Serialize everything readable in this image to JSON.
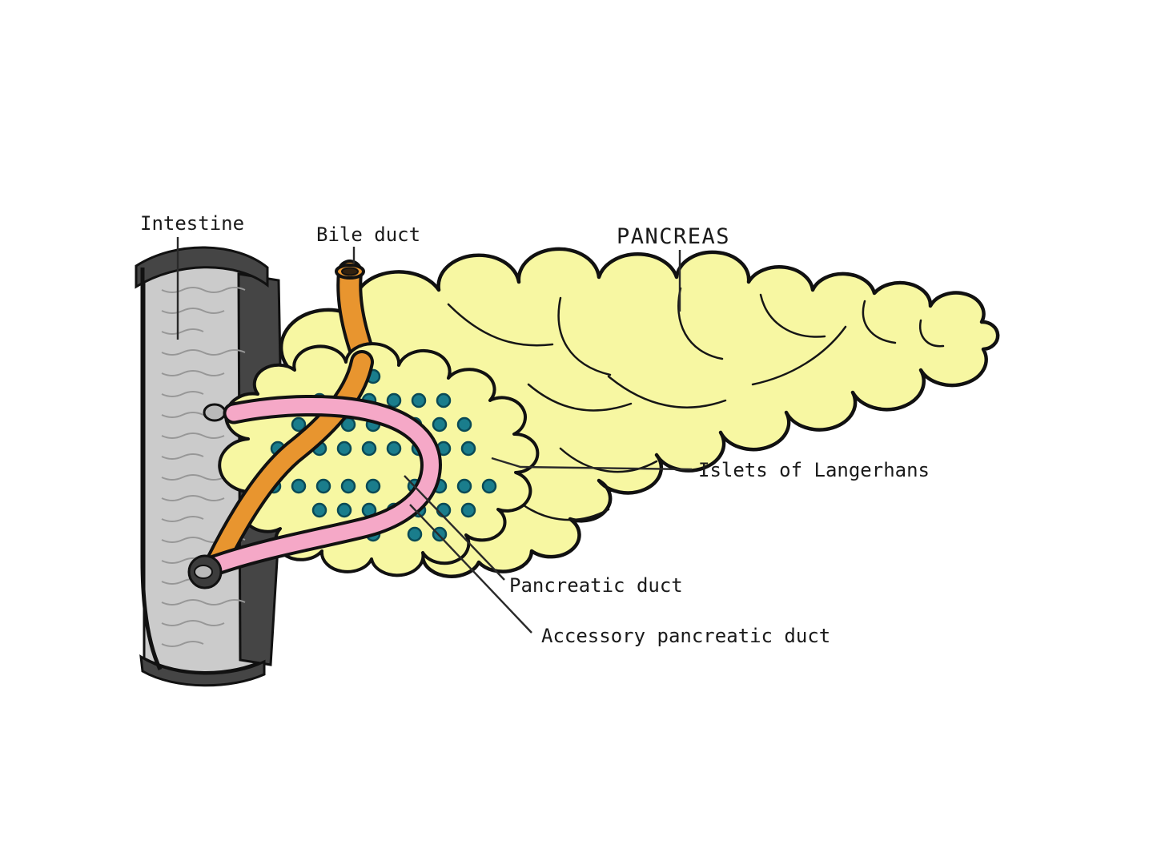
{
  "labels": {
    "intestine": "Intestine",
    "bile_duct": "Bile duct",
    "pancreas": "PANCREAS",
    "islets": "Islets of Langerhans",
    "pancreatic_duct": "Pancreatic duct",
    "accessory_duct": "Accessory pancreatic duct"
  },
  "colors": {
    "background": "#ffffff",
    "pancreas_fill": "#F7F7A2",
    "islet_dot": "#1A7D8C",
    "islet_dot_outline": "#0A4A56",
    "bile_duct": "#E8952F",
    "pancreatic_duct": "#F5A8C7",
    "intestine_inner": "#CBCBCB",
    "intestine_wall": "#454545",
    "outline": "#111111",
    "label_text": "#1a1a1a"
  }
}
